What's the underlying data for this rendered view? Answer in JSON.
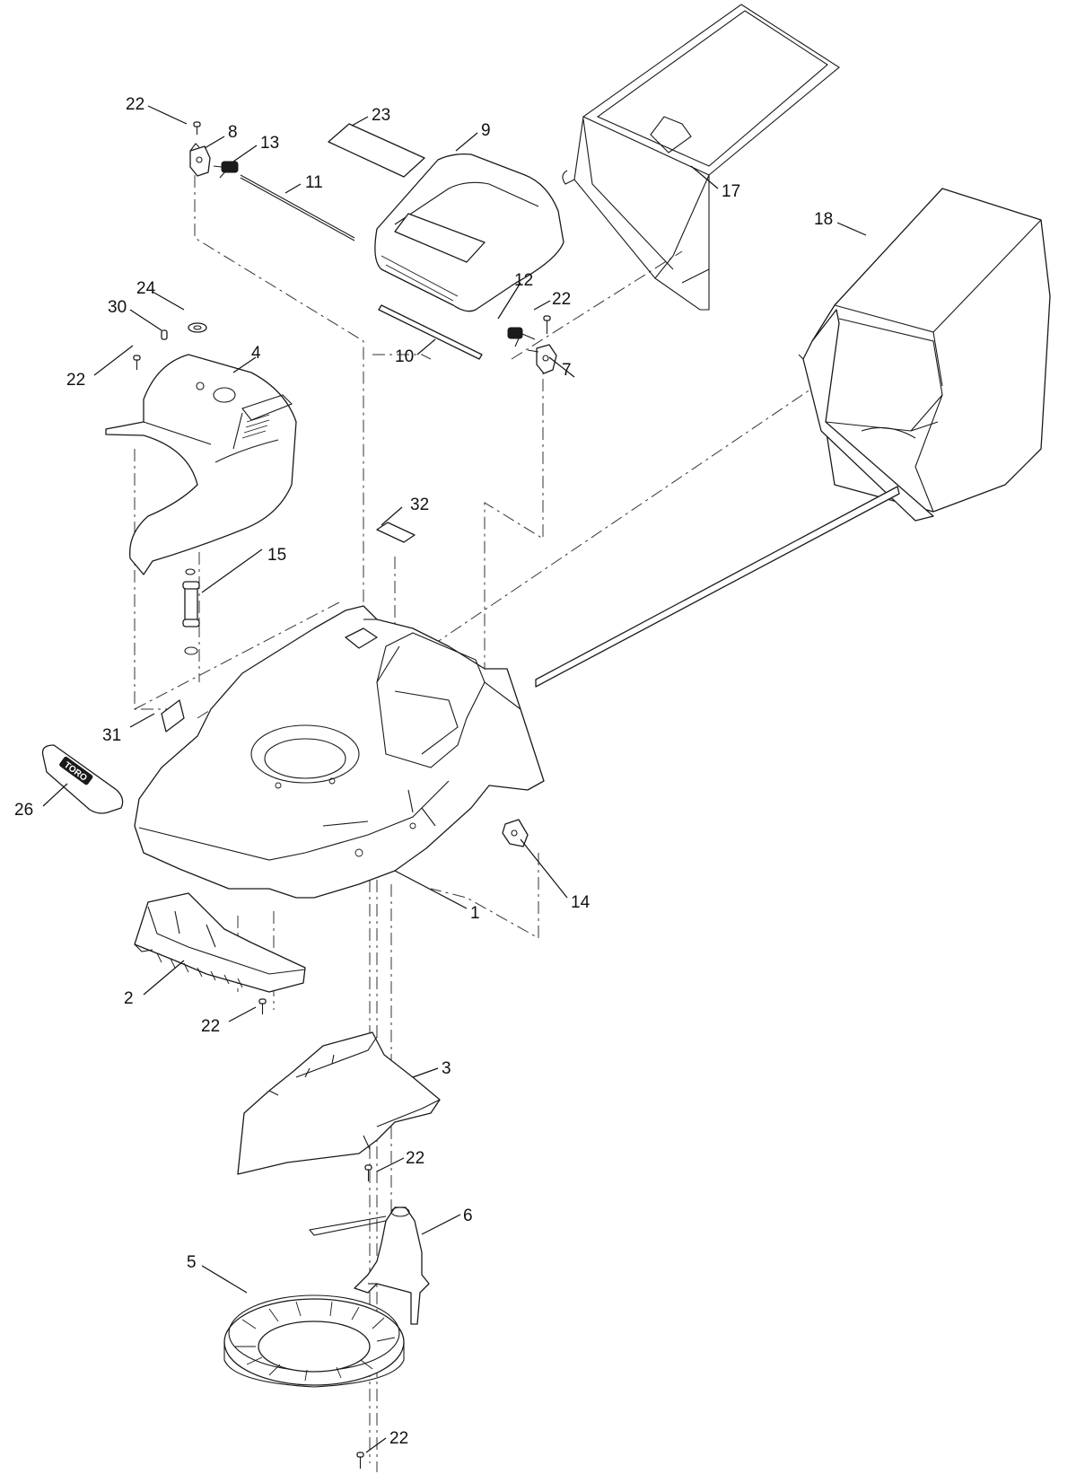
{
  "callouts": [
    {
      "id": "c1",
      "label": "1"
    },
    {
      "id": "c2",
      "label": "2"
    },
    {
      "id": "c3",
      "label": "3"
    },
    {
      "id": "c4",
      "label": "4"
    },
    {
      "id": "c5",
      "label": "5"
    },
    {
      "id": "c6",
      "label": "6"
    },
    {
      "id": "c7",
      "label": "7"
    },
    {
      "id": "c8",
      "label": "8"
    },
    {
      "id": "c9",
      "label": "9"
    },
    {
      "id": "c10",
      "label": "10"
    },
    {
      "id": "c11",
      "label": "11"
    },
    {
      "id": "c12",
      "label": "12"
    },
    {
      "id": "c13",
      "label": "13"
    },
    {
      "id": "c14",
      "label": "14"
    },
    {
      "id": "c15",
      "label": "15"
    },
    {
      "id": "c17",
      "label": "17"
    },
    {
      "id": "c18",
      "label": "18"
    },
    {
      "id": "c22a",
      "label": "22"
    },
    {
      "id": "c22b",
      "label": "22"
    },
    {
      "id": "c22c",
      "label": "22"
    },
    {
      "id": "c22d",
      "label": "22"
    },
    {
      "id": "c22e",
      "label": "22"
    },
    {
      "id": "c22f",
      "label": "22"
    },
    {
      "id": "c23",
      "label": "23"
    },
    {
      "id": "c24",
      "label": "24"
    },
    {
      "id": "c26",
      "label": "26"
    },
    {
      "id": "c30",
      "label": "30"
    },
    {
      "id": "c31",
      "label": "31"
    },
    {
      "id": "c32",
      "label": "32"
    }
  ],
  "logo_text": "TORO"
}
